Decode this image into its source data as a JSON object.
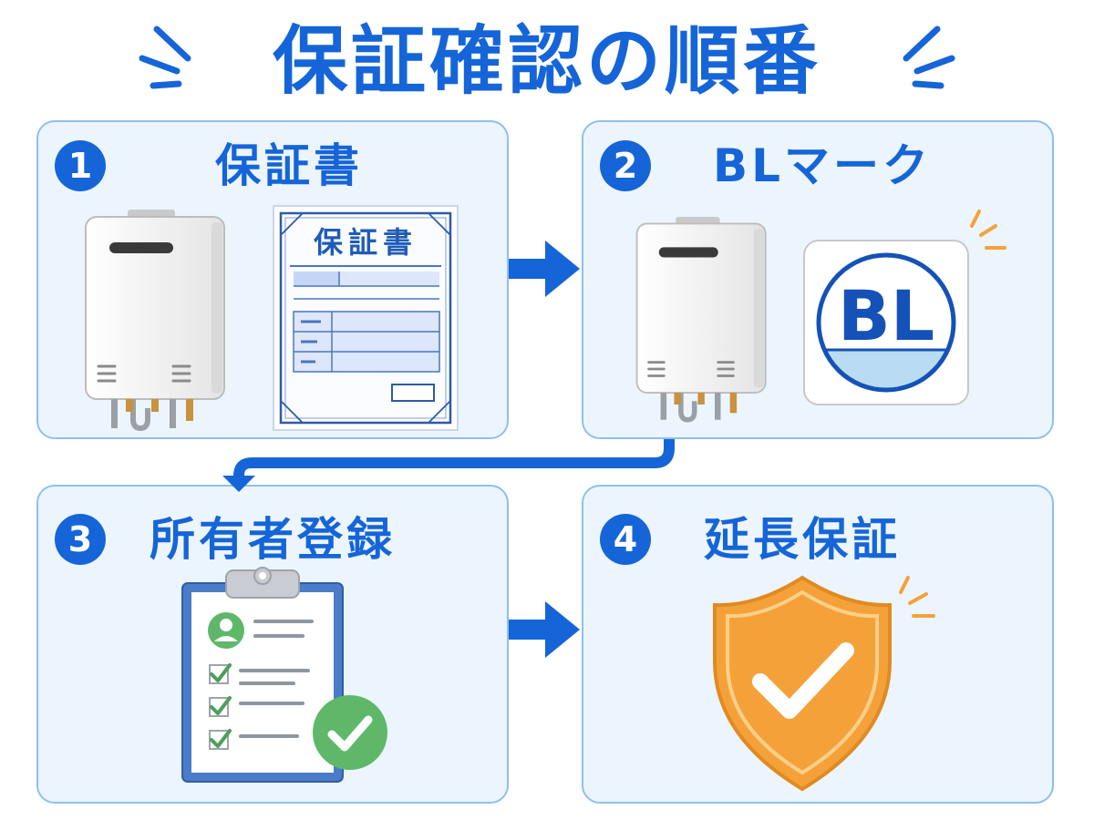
{
  "title": "保証確認の順番",
  "steps": [
    {
      "number": "1",
      "label": "保証書",
      "certificate_heading": "保証書"
    },
    {
      "number": "2",
      "label": "BLマーク",
      "mark_text": "BL"
    },
    {
      "number": "3",
      "label": "所有者登録"
    },
    {
      "number": "4",
      "label": "延長保証"
    }
  ],
  "colors": {
    "primary": "#1565d8",
    "panel_background": "#ecf5fd",
    "panel_border": "#8ec0ee",
    "accent_orange": "#f5a13a",
    "check_green": "#5fb86a"
  },
  "icons": [
    "water-heater-icon",
    "certificate-icon",
    "bl-mark-icon",
    "clipboard-icon",
    "check-icon",
    "shield-check-icon",
    "arrow-right-icon"
  ]
}
